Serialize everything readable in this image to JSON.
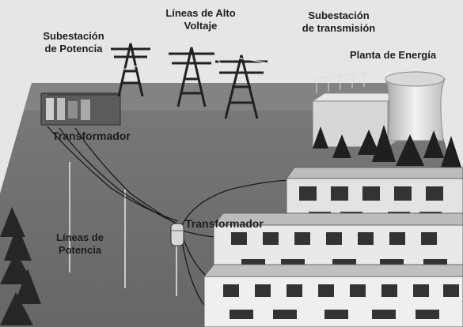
{
  "labels": {
    "subestacion_potencia": [
      "Subestación",
      "de Potencia"
    ],
    "lineas_alto_voltaje": [
      "Líneas de Alto",
      "Voltaje"
    ],
    "subestacion_transmision": [
      "Subestación",
      "de transmisión"
    ],
    "planta_energia": "Planta de Energía",
    "transformador_top": "Transformador",
    "transformador_mid": "Transformador",
    "lineas_potencia": [
      "Líneas de",
      "Potencia"
    ]
  }
}
